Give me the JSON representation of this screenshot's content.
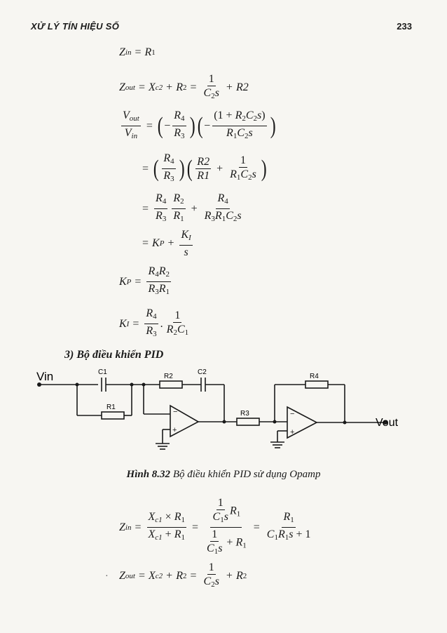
{
  "header": {
    "title": "XỬ LÝ TÍN HIỆU SỐ",
    "page_number": "233"
  },
  "section": {
    "heading": "3) Bộ điều khiển PID"
  },
  "figure": {
    "caption_label": "Hình 8.32",
    "caption_text": "Bộ điều khiển PID sử dụng Opamp",
    "labels": {
      "vin": "Vin",
      "vout": "Vout",
      "c1": "C1",
      "c2": "C2",
      "r1": "R1",
      "r2": "R2",
      "r3": "R3",
      "r4": "R4"
    }
  }
}
